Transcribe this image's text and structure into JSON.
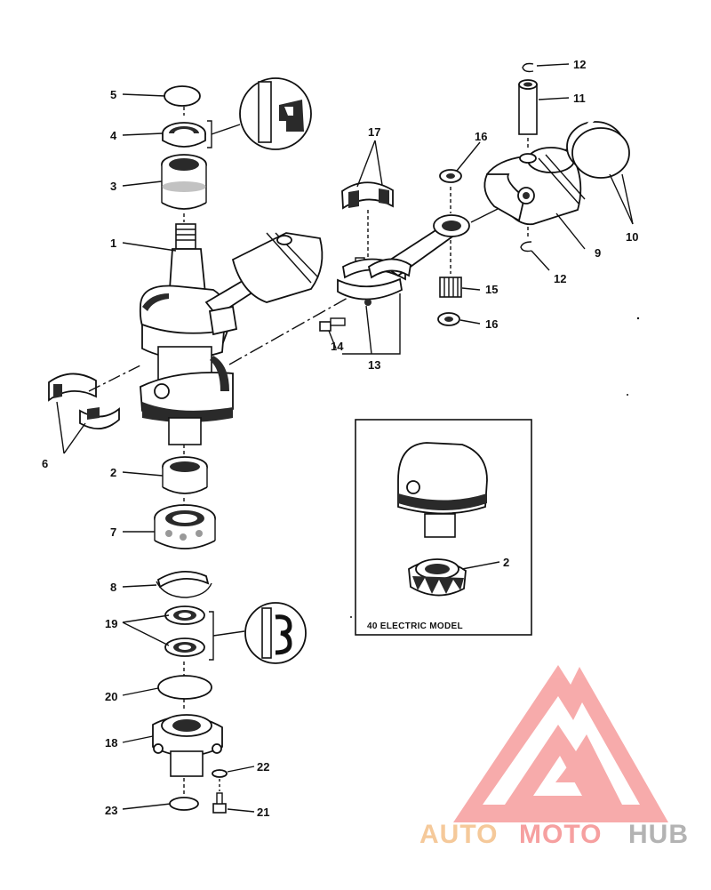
{
  "diagram": {
    "callouts": [
      {
        "id": "c1",
        "text": "1"
      },
      {
        "id": "c2",
        "text": "2"
      },
      {
        "id": "c3",
        "text": "3"
      },
      {
        "id": "c4",
        "text": "4"
      },
      {
        "id": "c5",
        "text": "5"
      },
      {
        "id": "c6",
        "text": "6"
      },
      {
        "id": "c7",
        "text": "7"
      },
      {
        "id": "c8",
        "text": "8"
      },
      {
        "id": "c9",
        "text": "9"
      },
      {
        "id": "c10",
        "text": "10"
      },
      {
        "id": "c11",
        "text": "11"
      },
      {
        "id": "c12a",
        "text": "12"
      },
      {
        "id": "c12b",
        "text": "12"
      },
      {
        "id": "c13",
        "text": "13"
      },
      {
        "id": "c14",
        "text": "14"
      },
      {
        "id": "c15",
        "text": "15"
      },
      {
        "id": "c16a",
        "text": "16"
      },
      {
        "id": "c16b",
        "text": "16"
      },
      {
        "id": "c17",
        "text": "17"
      },
      {
        "id": "c18",
        "text": "18"
      },
      {
        "id": "c19",
        "text": "19"
      },
      {
        "id": "c20",
        "text": "20"
      },
      {
        "id": "c21",
        "text": "21"
      },
      {
        "id": "c22",
        "text": "22"
      },
      {
        "id": "c23",
        "text": "23"
      },
      {
        "id": "c2inset",
        "text": "2"
      }
    ],
    "inset": {
      "title": "40 ELECTRIC MODEL"
    }
  },
  "watermark": {
    "word_a": "AUTO",
    "word_b": "MOTO",
    "word_c": "HUB",
    "color_a": "#f5c99a",
    "color_b": "#f6a0a0",
    "color_c": "#b3b3b3",
    "logo_color": "#f7a3a3"
  }
}
